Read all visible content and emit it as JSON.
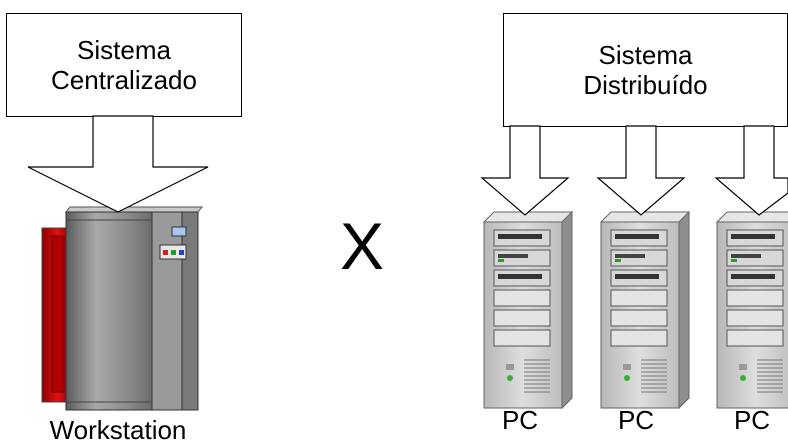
{
  "centralized": {
    "box_line1": "Sistema",
    "box_line2": "Centralizado",
    "machine_label": "Workstation",
    "machine_icon": "workstation-mainframe-icon"
  },
  "versus": "X",
  "distributed": {
    "box_line1": "Sistema",
    "box_line2": "Distribuído",
    "nodes": [
      {
        "label": "PC",
        "icon": "tower-pc-icon"
      },
      {
        "label": "PC",
        "icon": "tower-pc-icon"
      },
      {
        "label": "PC",
        "icon": "tower-pc-icon"
      }
    ]
  },
  "colors": {
    "workstation_body": "#8a8a8a",
    "workstation_side": "#cc1111",
    "pc_body": "#cfcfcf"
  }
}
